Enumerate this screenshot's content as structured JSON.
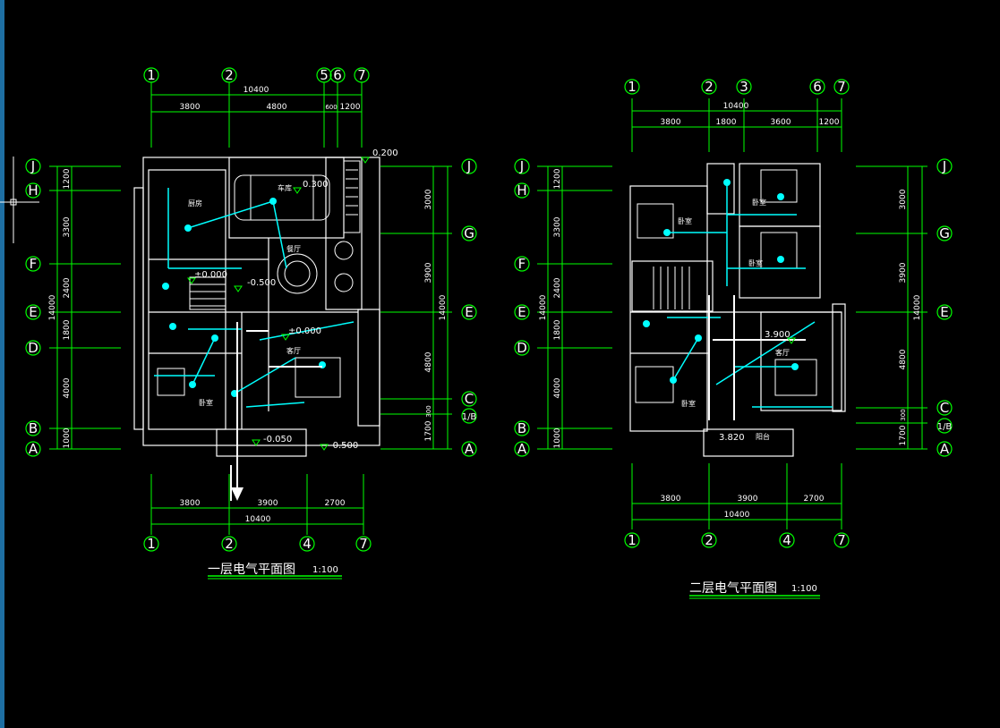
{
  "colors": {
    "background": "#000000",
    "grid": "#00ff00",
    "wall": "#ffffff",
    "fixture": "#00ffff",
    "accent": "#ff00ff"
  },
  "plan1": {
    "title": "一层电气平面图",
    "scale": "1:100",
    "top_axes": [
      "1",
      "2",
      "5",
      "6",
      "7"
    ],
    "bottom_axes": [
      "1",
      "2",
      "4",
      "7"
    ],
    "left_axes": [
      "J",
      "H",
      "F",
      "E",
      "D",
      "B",
      "A"
    ],
    "right_axes": [
      "J",
      "G",
      "E",
      "C",
      "1/B",
      "A"
    ],
    "top_total": "10400",
    "top_segments": [
      "3800",
      "4800",
      "600",
      "1200"
    ],
    "bottom_segments": [
      "3800",
      "3900",
      "2700"
    ],
    "bottom_total": "10400",
    "left_total": "14000",
    "left_segments": [
      "1200",
      "3300",
      "2400",
      "1800",
      "4000",
      "1000"
    ],
    "right_total": "14000",
    "right_segments": [
      "3000",
      "3900",
      "4800",
      "300",
      "1700"
    ],
    "rooms": [
      "厨房",
      "车库",
      "餐厅",
      "客厅",
      "卧室"
    ],
    "elevations": [
      "0.200",
      "0.300",
      "±0.000",
      "-0.500",
      "±0.000",
      "-0.050",
      "-0.500"
    ]
  },
  "plan2": {
    "title": "二层电气平面图",
    "scale": "1:100",
    "top_axes": [
      "1",
      "2",
      "3",
      "6",
      "7"
    ],
    "bottom_axes": [
      "1",
      "2",
      "4",
      "7"
    ],
    "left_axes": [
      "J",
      "H",
      "F",
      "E",
      "D",
      "B",
      "A"
    ],
    "right_axes": [
      "J",
      "G",
      "E",
      "C",
      "1/B",
      "A"
    ],
    "top_total": "10400",
    "top_segments": [
      "3800",
      "1800",
      "3600",
      "1200"
    ],
    "bottom_segments": [
      "3800",
      "3900",
      "2700"
    ],
    "bottom_total": "10400",
    "left_total": "14000",
    "left_segments": [
      "1200",
      "3300",
      "2400",
      "1800",
      "4000",
      "1000"
    ],
    "right_total": "14000",
    "right_segments": [
      "3000",
      "3900",
      "4800",
      "300",
      "1700"
    ],
    "rooms": [
      "卧室",
      "卧室",
      "卧室",
      "卧室",
      "客厅",
      "阳台"
    ],
    "elevations": [
      "3.900",
      "3.820"
    ]
  }
}
